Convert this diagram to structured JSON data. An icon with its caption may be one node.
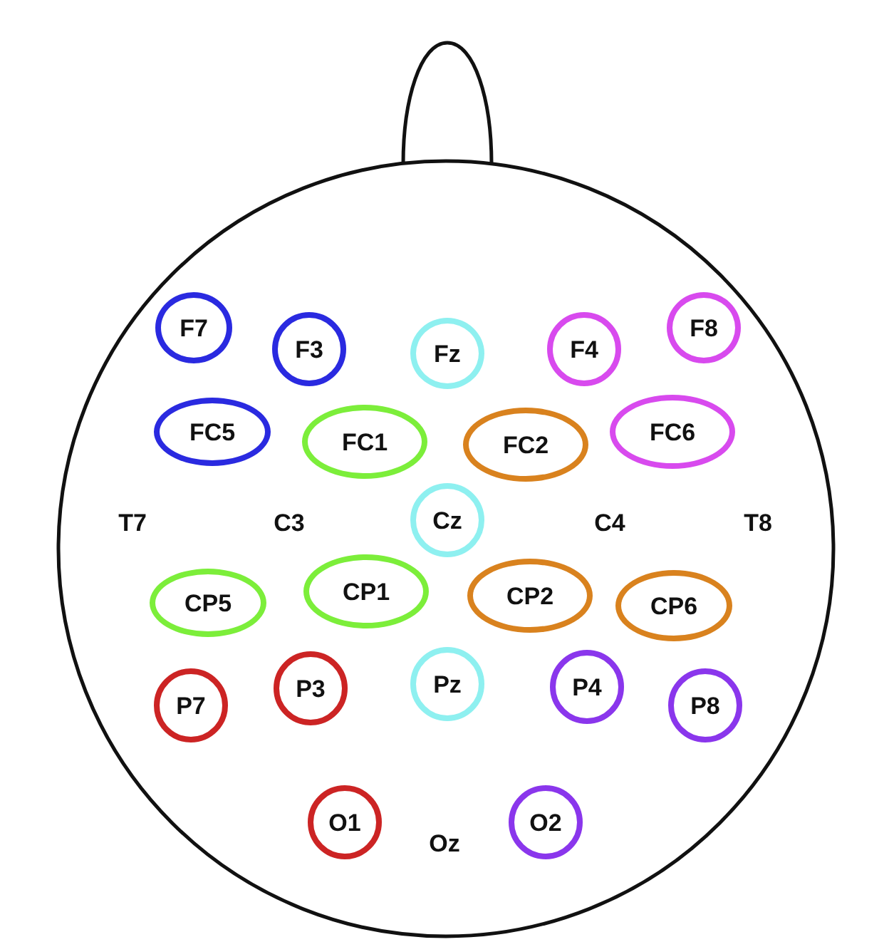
{
  "diagram": {
    "nodes": [
      {
        "text": [
          "F7"
        ]
      },
      {
        "text": [
          "F3"
        ]
      },
      {
        "text": [
          "Fz"
        ]
      },
      {
        "text": [
          "F4"
        ]
      },
      {
        "text": [
          "F8"
        ]
      },
      {
        "text": [
          "FC5"
        ]
      },
      {
        "text": [
          "FC1"
        ]
      },
      {
        "text": [
          "FC2"
        ]
      },
      {
        "text": [
          "FC6"
        ]
      },
      {
        "text": [
          "Cz"
        ]
      },
      {
        "text": [
          "CP5"
        ]
      },
      {
        "text": [
          "CP1"
        ]
      },
      {
        "text": [
          "CP2"
        ]
      },
      {
        "text": [
          "CP6"
        ]
      },
      {
        "text": [
          "P7"
        ]
      },
      {
        "text": [
          "P3"
        ]
      },
      {
        "text": [
          "Pz"
        ]
      },
      {
        "text": [
          "P4"
        ]
      },
      {
        "text": [
          "P8"
        ]
      },
      {
        "text": [
          "O1"
        ]
      },
      {
        "text": [
          "O2"
        ]
      }
    ],
    "edges": [],
    "labels": [
      "T7",
      "C3",
      "C4",
      "T8",
      "Oz"
    ]
  }
}
